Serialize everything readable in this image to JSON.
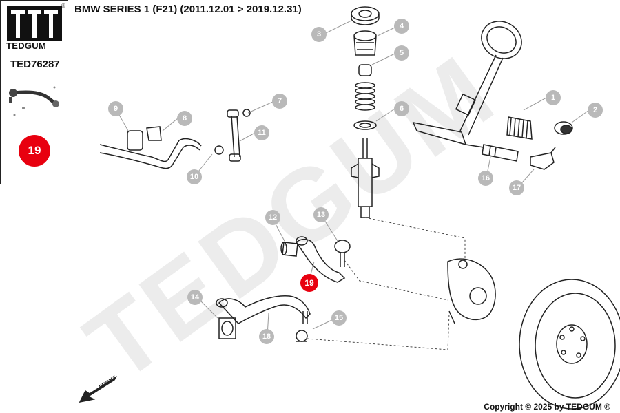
{
  "brand": {
    "name": "TEDGUM",
    "registered_mark": "®"
  },
  "part_number": "TED76287",
  "highlighted_part": "19",
  "header": {
    "title": "BMW SERIES 1 (F21) (2011.12.01 > 2019.12.31)"
  },
  "footer": {
    "copyright": "Copyright © 2025 by TEDGUM ®"
  },
  "watermark": {
    "text": "TEDGUM",
    "color": "#ececec"
  },
  "front_label": "FRONT",
  "colors": {
    "callout": "#b9b9b9",
    "highlight": "#e8000f",
    "outline": "#222222"
  },
  "callouts": [
    {
      "label": "1"
    },
    {
      "label": "2"
    },
    {
      "label": "3"
    },
    {
      "label": "4"
    },
    {
      "label": "5"
    },
    {
      "label": "6"
    },
    {
      "label": "7"
    },
    {
      "label": "8"
    },
    {
      "label": "9"
    },
    {
      "label": "10"
    },
    {
      "label": "11"
    },
    {
      "label": "12"
    },
    {
      "label": "13"
    },
    {
      "label": "14"
    },
    {
      "label": "15"
    },
    {
      "label": "16"
    },
    {
      "label": "17"
    },
    {
      "label": "18"
    },
    {
      "label": "19"
    }
  ]
}
